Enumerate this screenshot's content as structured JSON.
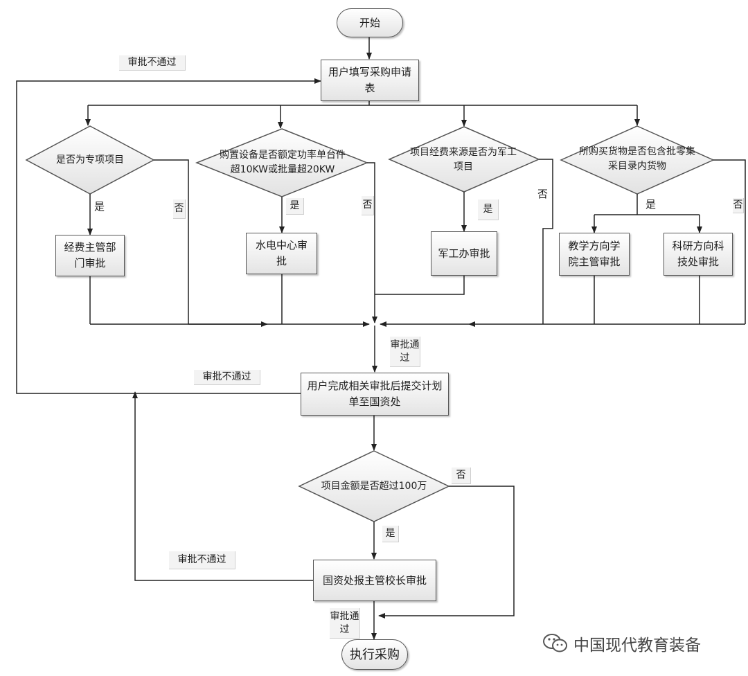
{
  "nodes": {
    "start": "开始",
    "fill_form": "用户填写采购申请表",
    "dept_approval": "经费主管部门审批",
    "power_center_approval": "水电中心审批",
    "military_office_approval": "军工办审批",
    "teaching_college_approval": "教学方向学院主管审批",
    "research_office_approval": "科研方向科技处审批",
    "submit_plan": "用户完成相关审批后提交计划单至国资处",
    "principal_approval": "国资处报主管校长审批",
    "end": "执行采购"
  },
  "decisions": {
    "special_project": "是否为专项项目",
    "equipment_power": "购置设备是否额定功率单台件超10KW或批量超20KW",
    "military_funding": "项目经费来源是否为军工项目",
    "catalog_goods": "所购买货物是否包含批零集采目录内货物",
    "amount_over": "项目金额是否超过100万"
  },
  "labels": {
    "yes": "是",
    "no": "否",
    "approved": "审批通过",
    "rejected": "审批不通过"
  },
  "watermark": "中国现代教育装备"
}
